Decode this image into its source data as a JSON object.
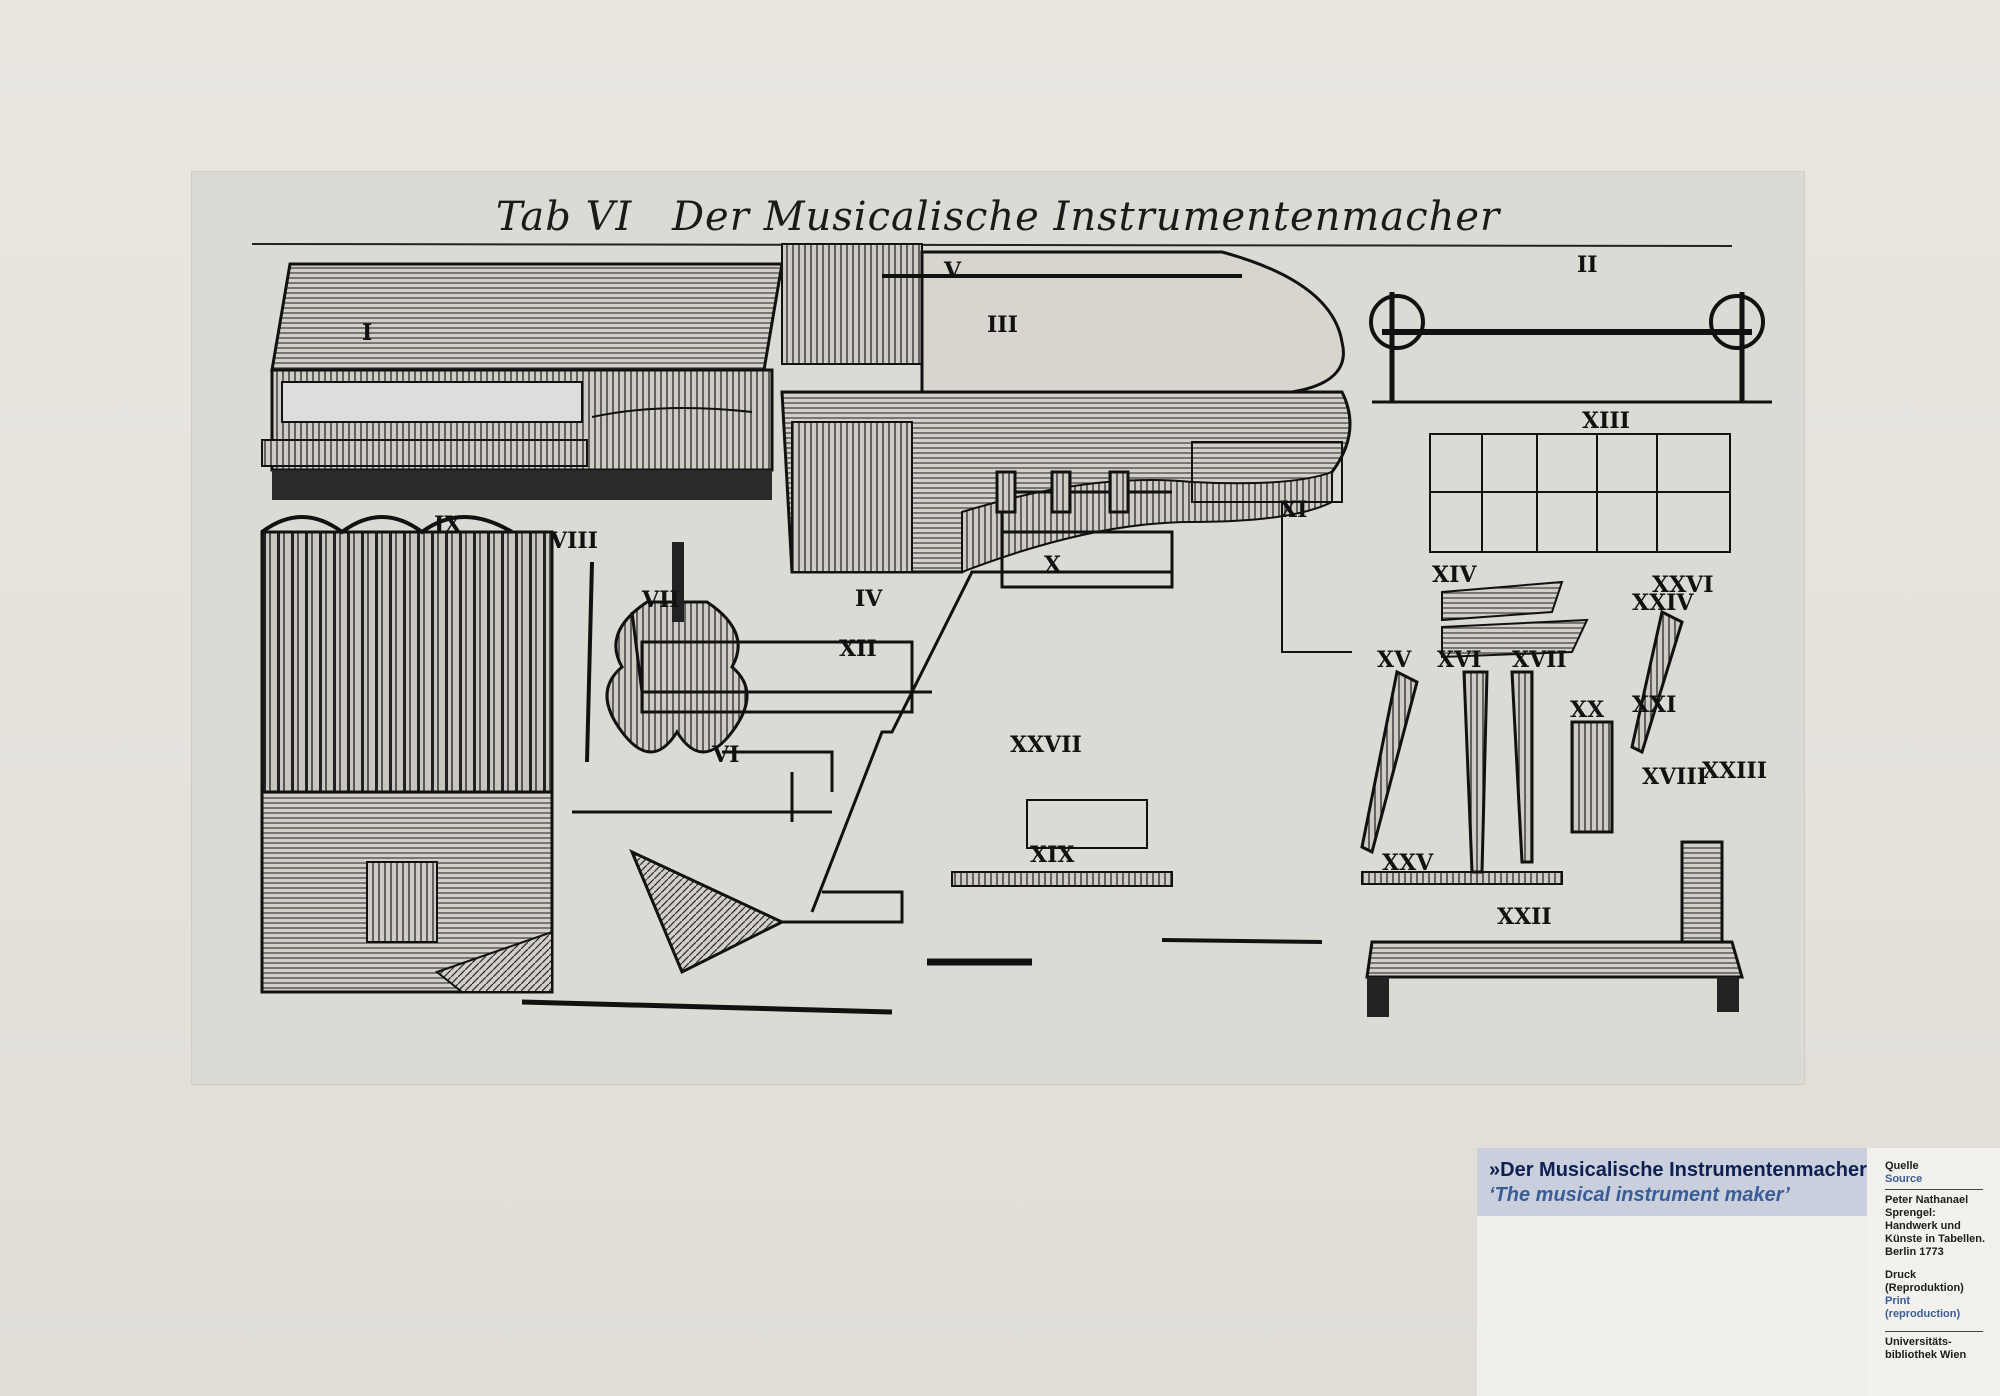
{
  "plate": {
    "title_tab": "Tab VI",
    "title_text": "Der Musicalische Instrumentenmacher",
    "roman_labels": [
      "I",
      "II",
      "III",
      "IV",
      "V",
      "VI",
      "VII",
      "VIII",
      "IX",
      "X",
      "XI",
      "XII",
      "XIII",
      "XIV",
      "XV",
      "XVI",
      "XVII",
      "XVIII",
      "XIX",
      "XX",
      "XXI",
      "XXII",
      "XXIII",
      "XXIV",
      "XXV",
      "XXVI",
      "XXVII"
    ]
  },
  "label": {
    "title_de": "»Der Musicalische Instrumentenmacher«",
    "title_en": "‘The musical instrument maker’"
  },
  "side": {
    "heading_de": "Quelle",
    "heading_en": "Source",
    "source": "Peter Nathanael Sprengel: Handwerk und Künste in Tabellen. Berlin 1773",
    "type_de": "Druck (Reproduktion)",
    "type_en": "Print (reproduction)",
    "holder": "Universitäts-bibliothek Wien"
  }
}
